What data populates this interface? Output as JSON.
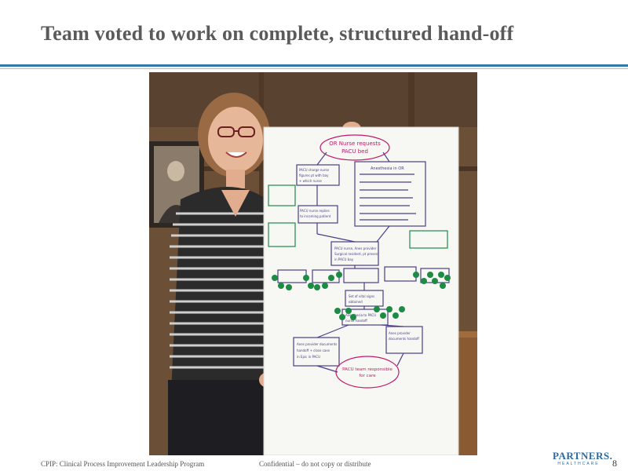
{
  "slide": {
    "title": "Team voted to work on complete, structured hand-off",
    "page_number": "8"
  },
  "footer": {
    "program": "CPIP: Clinical Process Improvement Leadership Program",
    "confidential": "Confidential – do not copy or distribute",
    "logo_name": "PARTNERS.",
    "logo_sub": "HEALTHCARE"
  },
  "flowchart": {
    "start": "OR Nurse requests PACU bed",
    "charge": "PACU charge nurse figures pt with bay + which nurse",
    "anesthesia": "Anesthesia in OR",
    "nurse_reply": "PACU nurse replies to incoming patient",
    "arrival": "PACU nurse, Anes provider, Surgical resident, pt present in PACU bay",
    "vitals": "Set of vital signs obtained",
    "handoff": "Anesthesia to PACU nurse handoff",
    "anes_doc_left": "Anes provider documents handoff + close case in Epic in PACU",
    "anes_doc_right": "Anes provider documents handoff",
    "end": "PACU team responsible for care"
  },
  "colors": {
    "title": "#5a5a5a",
    "rule": "#2f7aa8",
    "logo": "#2a6aa0",
    "board_ink": "#4a3f8a",
    "accent_pink": "#c2186b",
    "dot_green": "#1e8b45"
  }
}
